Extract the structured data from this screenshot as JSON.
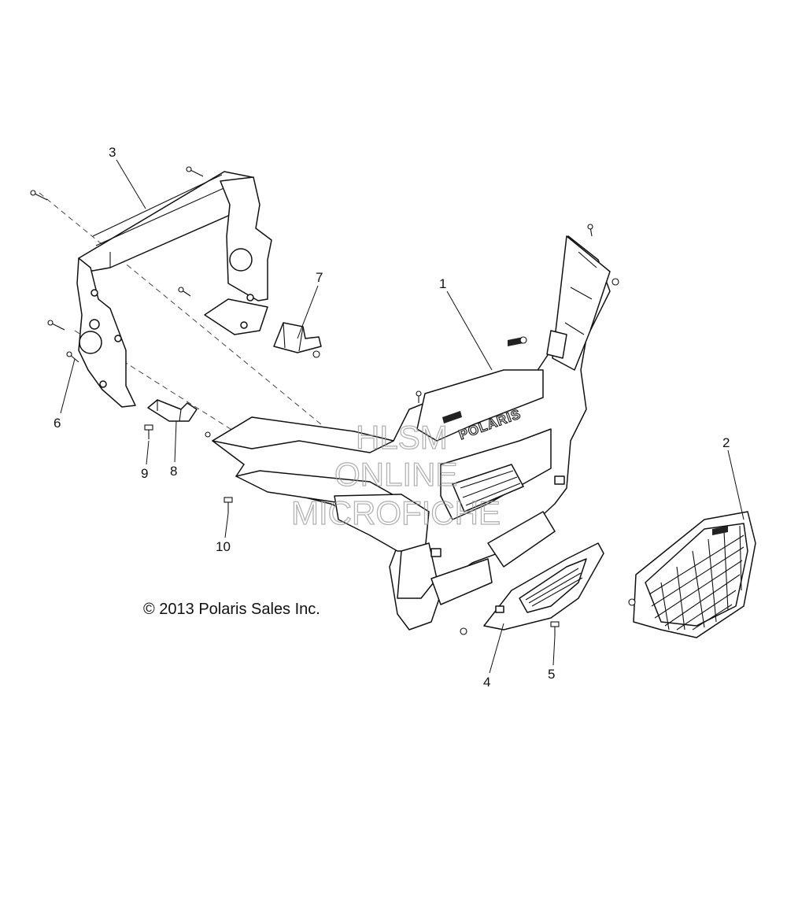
{
  "copyright": "© 2013 Polaris Sales Inc.",
  "brand_logo_text": "POLARIS",
  "watermark": [
    "HLSM",
    "ONLINE",
    "MICROFICHE"
  ],
  "callouts": [
    "1",
    "2",
    "3",
    "4",
    "5",
    "6",
    "7",
    "8",
    "9",
    "10"
  ]
}
